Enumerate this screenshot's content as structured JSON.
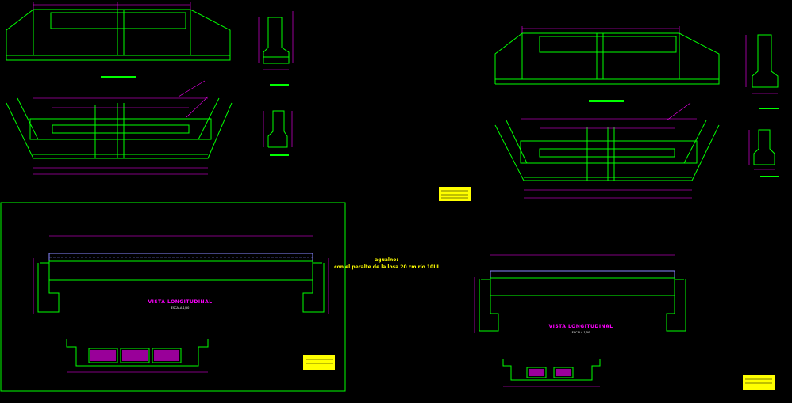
{
  "drawing": {
    "background": "#000000",
    "colors": {
      "outline": "#00ff00",
      "dimension": "#ff00ff",
      "note": "#ffff00",
      "railing": "#8888ff",
      "hatch": "#ff00ff",
      "frame": "#00ff00"
    },
    "note": {
      "title": "agualno:",
      "body": "con el peralte de la losa 20 cm rio 10III"
    },
    "vista_left": {
      "label": "VISTA LONGITUDINAL",
      "scale": "ESCALA 1/50"
    },
    "vista_right": {
      "label": "VISTA LONGITUDINAL",
      "scale": "ESCALA 1/50"
    }
  }
}
